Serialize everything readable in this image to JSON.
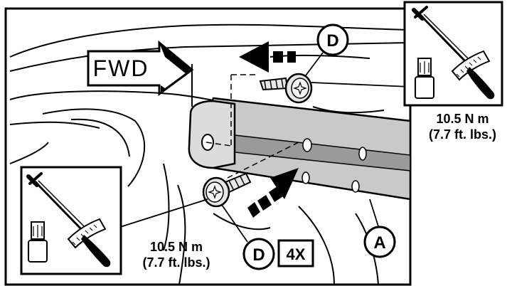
{
  "labels": {
    "fwd": "FWD",
    "callout_d": "D",
    "callout_a": "A",
    "quantity": "4X"
  },
  "torque": {
    "value_metric": "10.5 N m",
    "value_imperial": "(7.7 ft. lbs.)"
  },
  "icons": {
    "wrench": "torque-wrench-icon",
    "socket": "torx-socket-icon"
  },
  "colors": {
    "line": "#000000",
    "background": "#ffffff",
    "rail_fill": "#c9c9c9",
    "rail_shadow": "#9a9a9a",
    "bolt_fill": "#e6e6e6"
  }
}
